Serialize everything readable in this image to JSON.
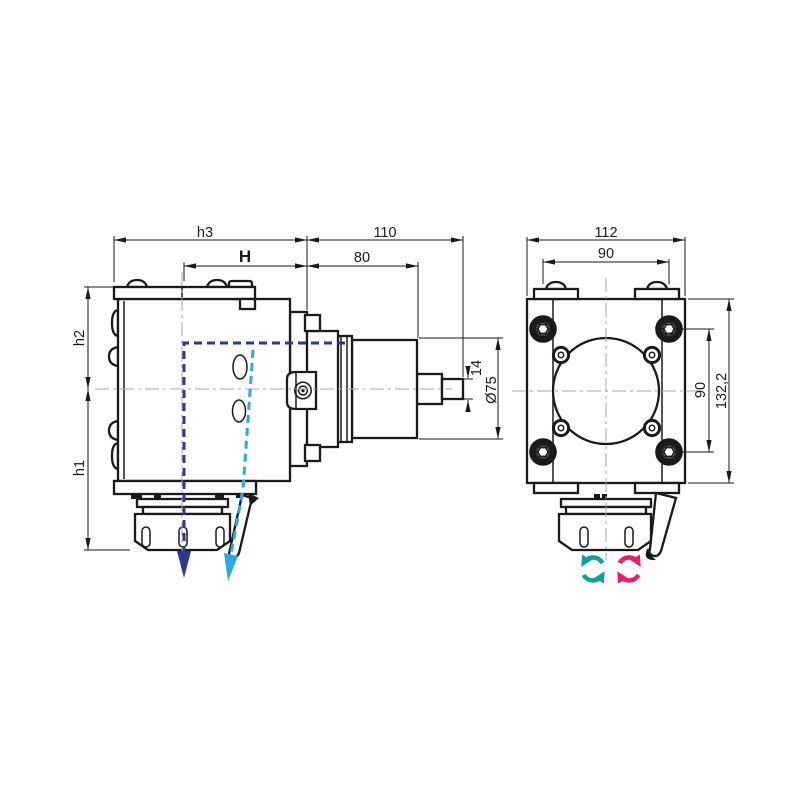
{
  "side_view": {
    "dims": {
      "h3": "h3",
      "H": "H",
      "len110": "110",
      "len80": "80",
      "h2": "h2",
      "h1": "h1",
      "dia14": "14",
      "dia75": "Ø75"
    }
  },
  "front_view": {
    "dims": {
      "w112": "112",
      "w90": "90",
      "h90": "90",
      "h132": "132,2"
    }
  },
  "colors": {
    "outline": "#1a1a1a",
    "centerline": "#a8a8a8",
    "tool_axis_blue": "#2b3990",
    "swivel_axis_cyan": "#29abe2",
    "ccw_teal": "#0aa29a",
    "cw_magenta": "#ed1a70"
  },
  "icons": {
    "ccw": "counterclockwise-rotation",
    "cw": "clockwise-rotation"
  }
}
